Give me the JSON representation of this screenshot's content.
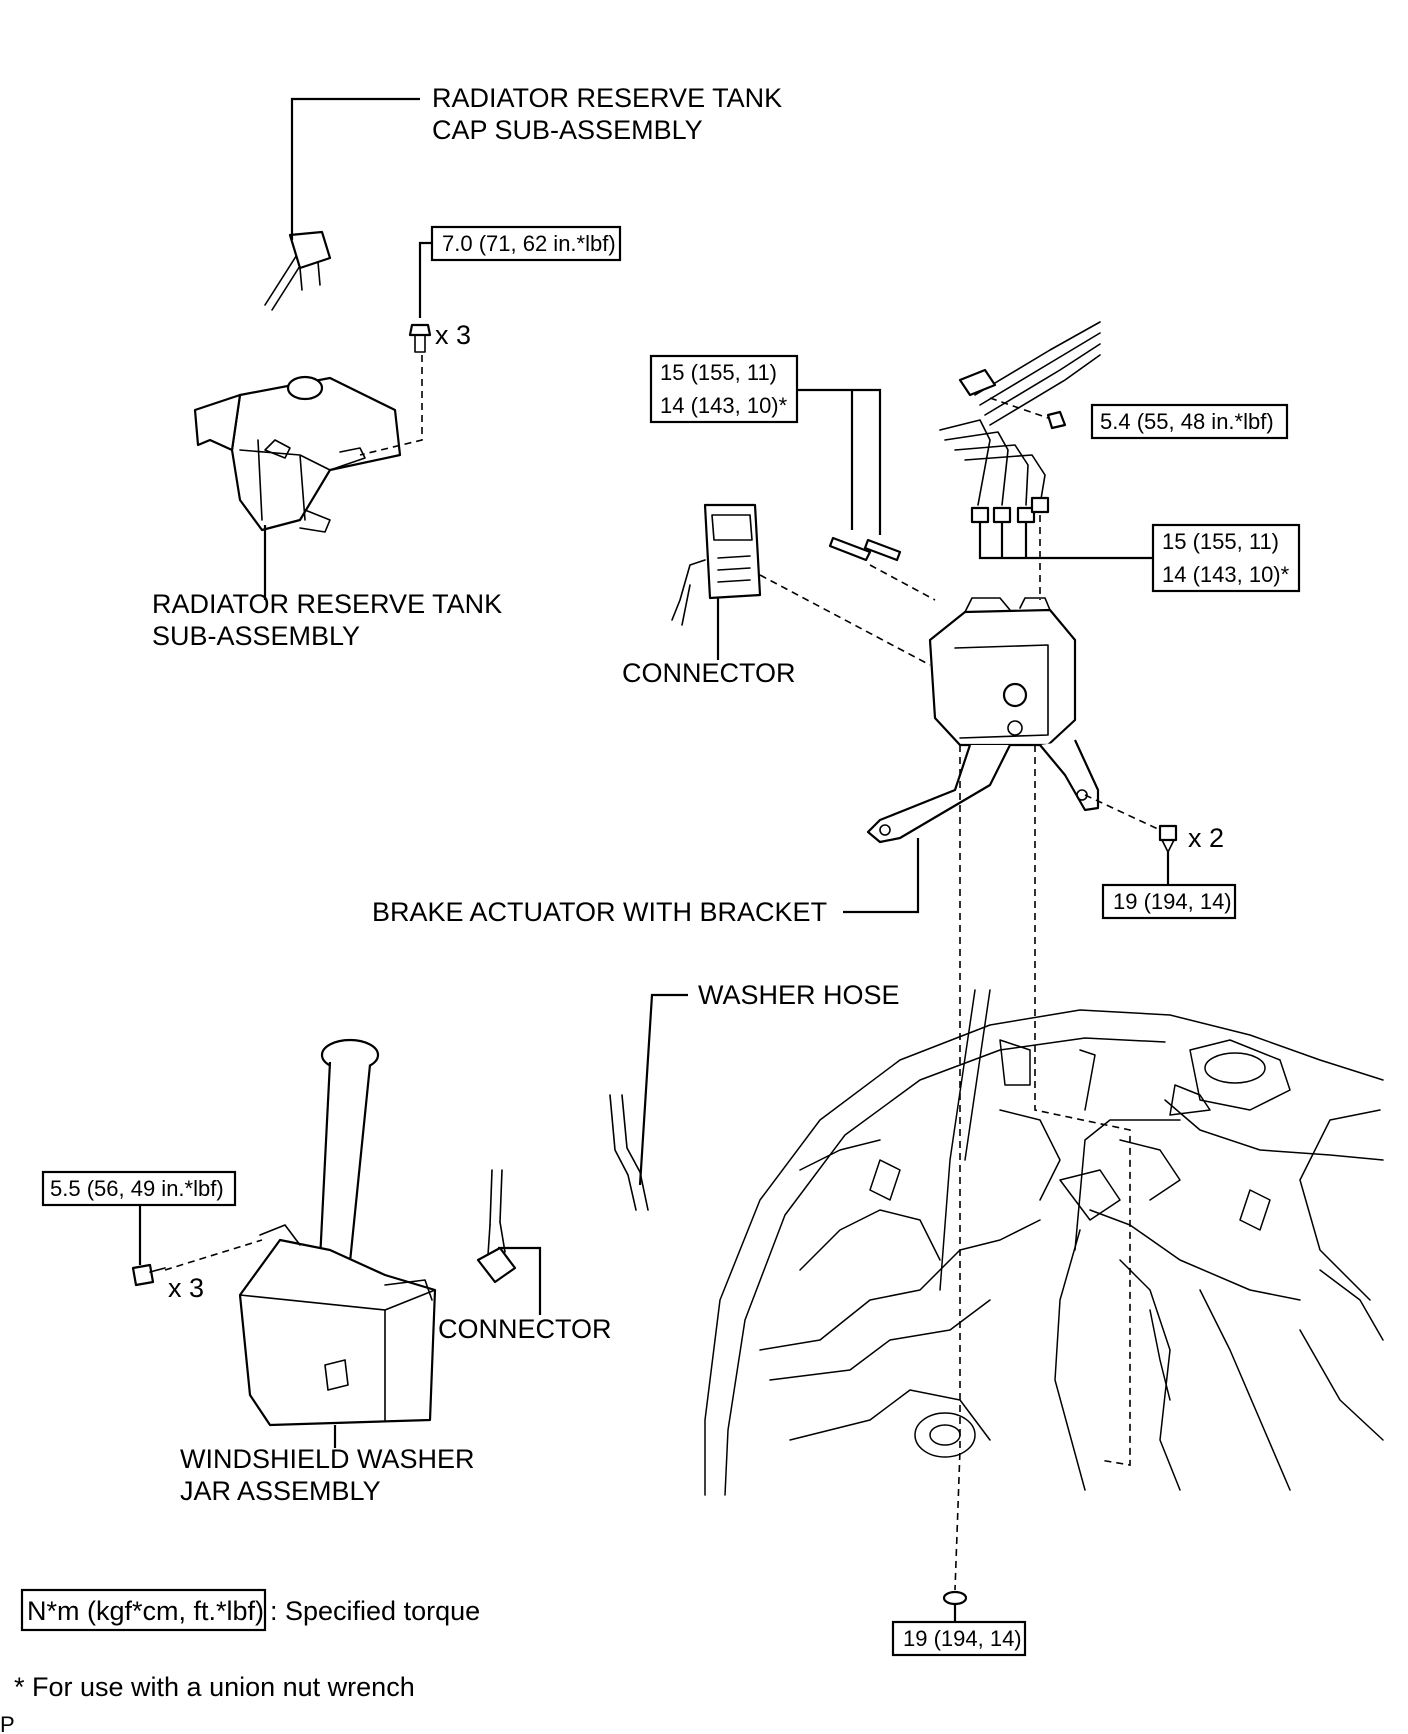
{
  "labels": {
    "reserve_tank_cap": [
      "RADIATOR RESERVE TANK",
      "CAP SUB-ASSEMBLY"
    ],
    "reserve_tank": [
      "RADIATOR RESERVE TANK",
      "SUB-ASSEMBLY"
    ],
    "connector_upper": "CONNECTOR",
    "brake_actuator": "BRAKE ACTUATOR WITH BRACKET",
    "washer_hose": "WASHER HOSE",
    "connector_lower": "CONNECTOR",
    "washer_jar": [
      "WINDSHIELD WASHER",
      "JAR ASSEMBLY"
    ]
  },
  "torques": {
    "reserve_tank_bolt": "7.0 (71, 62 in.*lbf)",
    "brake_line_left": [
      "15 (155, 11)",
      "14 (143, 10)*"
    ],
    "bracket_bolt_top": "5.4 (55, 48 in.*lbf)",
    "brake_line_right": [
      "15 (155, 11)",
      "14 (143, 10)*"
    ],
    "actuator_bolt": "19 (194, 14)",
    "actuator_nut_bottom": "19 (194, 14)",
    "washer_jar_bolt": "5.5 (56, 49 in.*lbf)"
  },
  "quantities": {
    "reserve_tank_bolts": "x 3",
    "actuator_bolts": "x 2",
    "washer_jar_bolts": "x 3"
  },
  "legend": {
    "torque_box": "N*m (kgf*cm, ft.*lbf)",
    "torque_text": ": Specified torque",
    "footnote": "* For use with a union nut wrench"
  },
  "corner_mark": "P"
}
